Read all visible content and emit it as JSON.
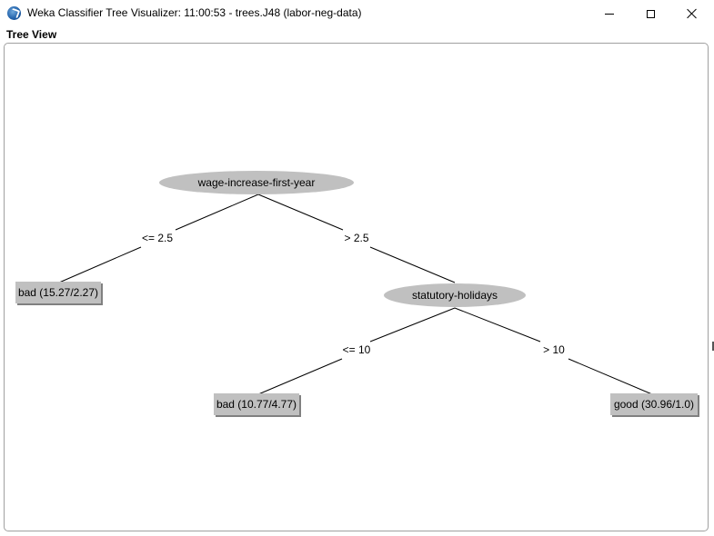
{
  "window": {
    "title": "Weka Classifier Tree Visualizer: 11:00:53 - trees.J48 (labor-neg-data)",
    "icon": "weka-bird-icon"
  },
  "panel": {
    "label": "Tree View"
  },
  "tree": {
    "nodes": {
      "root": "wage-increase-first-year",
      "holidays": "statutory-holidays"
    },
    "edges": {
      "root_left": "<= 2.5",
      "root_right": "> 2.5",
      "holidays_left": "<= 10",
      "holidays_right": "> 10"
    },
    "leaves": {
      "leaf1": "bad (15.27/2.27)",
      "leaf2": "bad (10.77/4.77)",
      "leaf3": "good (30.96/1.0)"
    }
  },
  "colors": {
    "node_fill": "#c0c0c0",
    "leaf_fill": "#c0c0c0",
    "edge_stroke": "#000000"
  }
}
